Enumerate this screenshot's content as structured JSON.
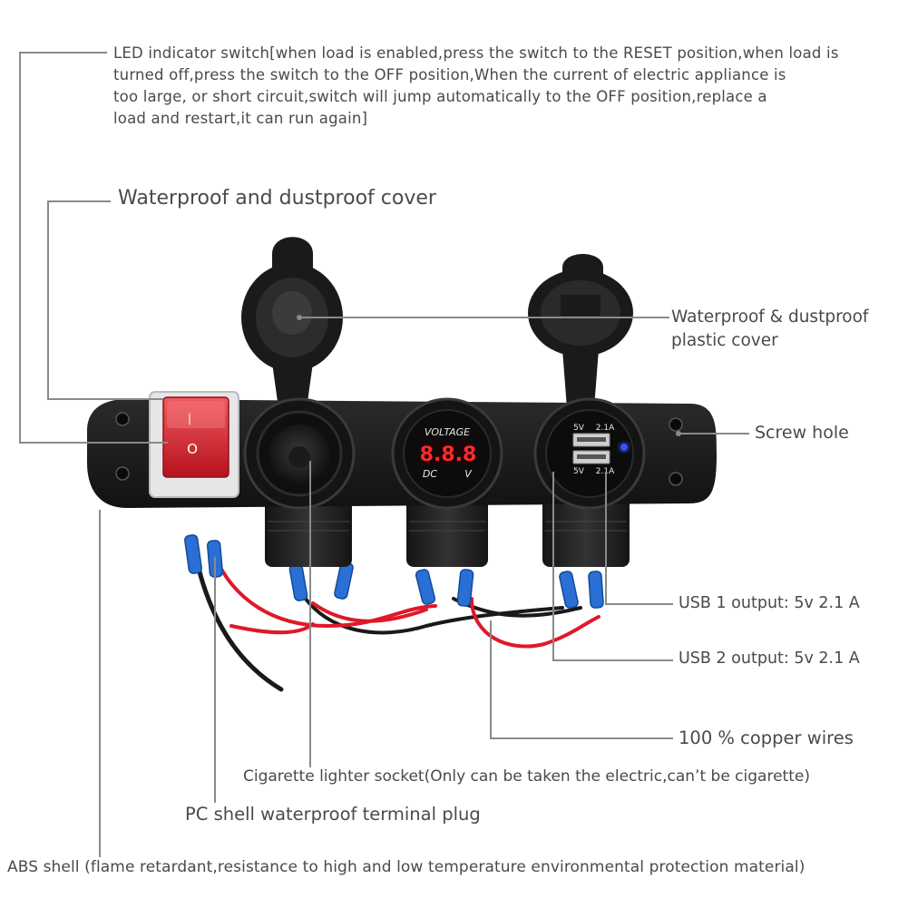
{
  "labels": {
    "led_switch": [
      "LED indicator switch[when load is enabled,press the switch to the  RESET position,when load is",
      "turned off,press the switch to the OFF position,When the current of electric appliance is",
      "too large, or short circuit,switch will jump automatically to the OFF position,replace a",
      "load and restart,it can run again]"
    ],
    "cover": "Waterproof and dustproof cover",
    "plastic_cover": [
      "Waterproof & dustproof",
      "plastic cover"
    ],
    "screw_hole": "Screw hole",
    "usb1": "USB 1 output: 5v 2.1 A",
    "usb2": "USB 2 output: 5v 2.1 A",
    "copper": "100 % copper wires",
    "cigarette": "Cigarette lighter socket(Only can be taken the electric,can’t be cigarette)",
    "pc_shell": "PC shell waterproof terminal plug",
    "abs_shell": "ABS shell (flame retardant,resistance to high and low temperature environmental  protection material)"
  },
  "panel": {
    "voltmeter_title": "VOLTAGE",
    "voltmeter_reading": "8.8.8",
    "voltmeter_dc": "DC",
    "voltmeter_v": "V",
    "usb_top_v": "5V",
    "usb_top_a": "2.1A",
    "usb_bottom_v": "5V",
    "usb_bottom_a": "2.1A",
    "switch_symbol_on": "—",
    "switch_symbol_off": "O"
  },
  "colors": {
    "panel": "#1c1c1e",
    "switch_red": "#d8242e",
    "display_red": "#ff2a2a",
    "wire_red": "#e0182a",
    "terminal_blue": "#2a6fd6",
    "usb_led": "#3a52ff",
    "leader_line": "#8a8a8a"
  }
}
